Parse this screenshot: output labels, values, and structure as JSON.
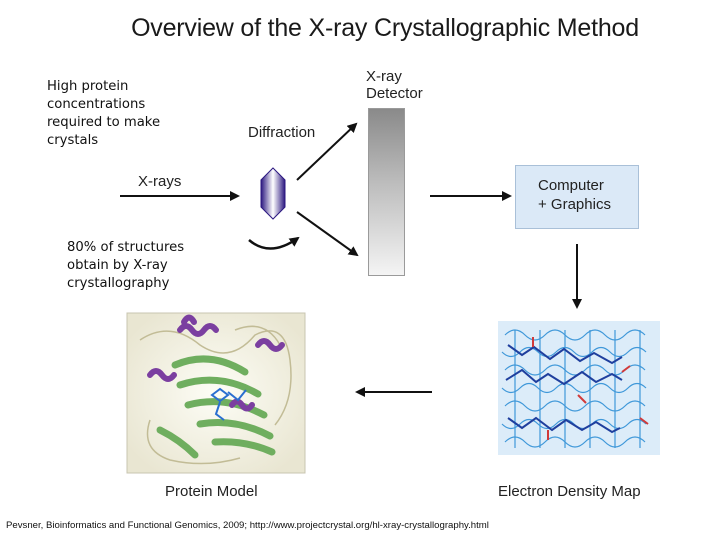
{
  "title": "Overview of the X-ray Crystallographic Method",
  "notes": {
    "protein_concentration": "High protein\nconcentrations\nrequired to make\ncrystals",
    "structures_percentage": "80% of structures\nobtain by X-ray\ncrystallography"
  },
  "labels": {
    "detector": "X-ray\nDetector",
    "diffraction": "Diffraction",
    "xrays": "X-rays",
    "computer": "Computer\n+ Graphics",
    "protein_model": "Protein Model",
    "electron_density_map": "Electron Density Map"
  },
  "citation": "Pevsner, Bioinformatics and Functional Genomics, 2009; http://www.projectcrystal.org/hl-xray-crystallography.html",
  "colors": {
    "crystal": "#4a2fa3",
    "computer_box": "#dbe9f7",
    "density_mesh": "#2f8fd6",
    "helix": "#7b3fa0",
    "sheet": "#6fae5f"
  },
  "icons": [
    "crystal-icon",
    "rotation-arrow-icon"
  ]
}
